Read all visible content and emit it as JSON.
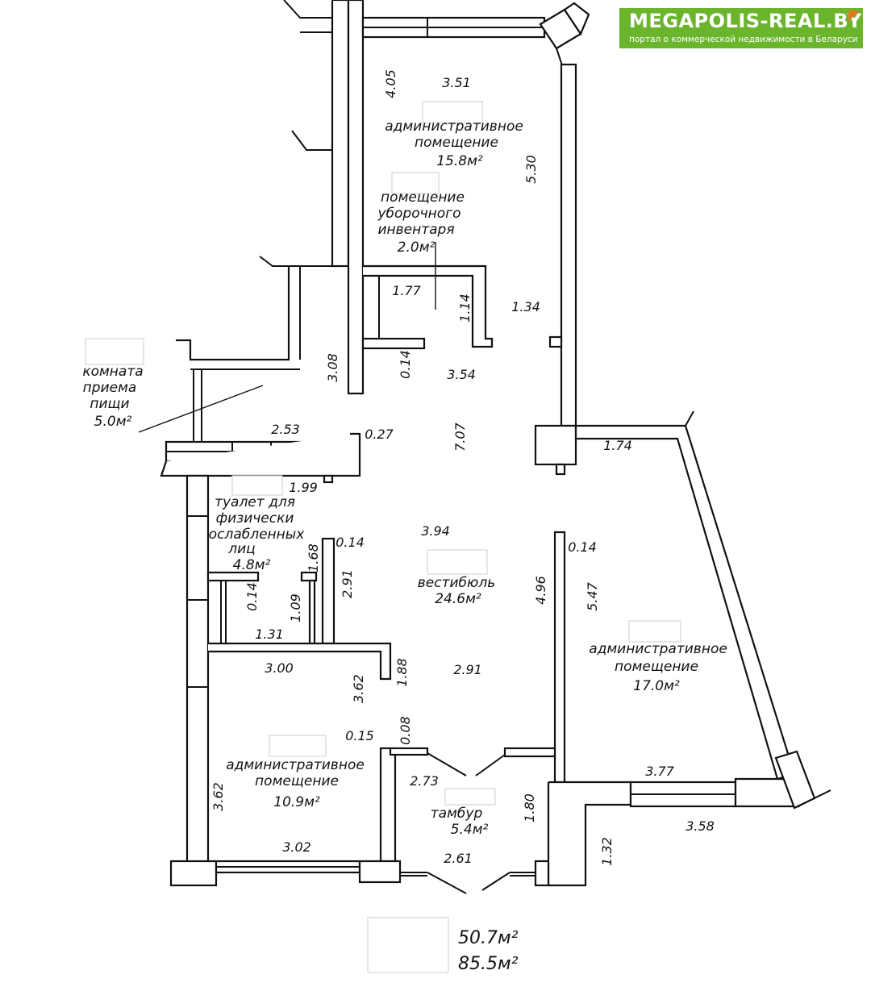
{
  "logo": {
    "title": "MEGAPOLIS-REAL.BY",
    "subtitle": "портал о коммерческой недвижимости в Беларуси",
    "color": "#6ab52c",
    "accent": "#e07a1f"
  },
  "rooms": {
    "admin_top": {
      "name1": "административное",
      "name2": "помещение",
      "area": "15.8м²"
    },
    "storage": {
      "name1": "помещение",
      "name2": "уборочного",
      "name3": "инвентаря",
      "area": "2.0м²"
    },
    "dining": {
      "name1": "комната",
      "name2": "приема",
      "name3": "пищи",
      "area": "5.0м²"
    },
    "toilet": {
      "name1": "туалет для",
      "name2": "физически",
      "name3": "ослабленных",
      "name4": "лиц",
      "area": "4.8м²"
    },
    "lobby": {
      "name1": "вестибюль",
      "area": "24.6м²"
    },
    "admin_right": {
      "name1": "административное",
      "name2": "помещение",
      "area": "17.0м²"
    },
    "admin_bottom": {
      "name1": "административное",
      "name2": "помещение",
      "area": "10.9м²"
    },
    "vestibule": {
      "name1": "тамбур",
      "area": "5.4м²"
    }
  },
  "dimensions": {
    "d405": "4.05",
    "d351": "3.51",
    "d530": "5.30",
    "d177": "1.77",
    "d114": "1.14",
    "d134": "1.34",
    "d308": "3.08",
    "d014a": "0.14",
    "d354": "3.54",
    "d253": "2.53",
    "d027": "0.27",
    "d707": "7.07",
    "d174": "1.74",
    "d199": "1.99",
    "d394": "3.94",
    "d168": "1.68",
    "d014b": "0.14",
    "d014c": "0.14",
    "d291a": "2.91",
    "d014d": "0.14",
    "d109": "1.09",
    "d131": "1.31",
    "d496": "4.96",
    "d547": "5.47",
    "d300": "3.00",
    "d362a": "3.62",
    "d188": "1.88",
    "d291b": "2.91",
    "d008": "0.08",
    "d015": "0.15",
    "d273": "2.73",
    "d180": "1.80",
    "d377": "3.77",
    "d362b": "3.62",
    "d358": "3.58",
    "d302": "3.02",
    "d261": "2.61",
    "d132": "1.32"
  },
  "totals": {
    "area1": "50.7м²",
    "area2": "85.5м²"
  }
}
